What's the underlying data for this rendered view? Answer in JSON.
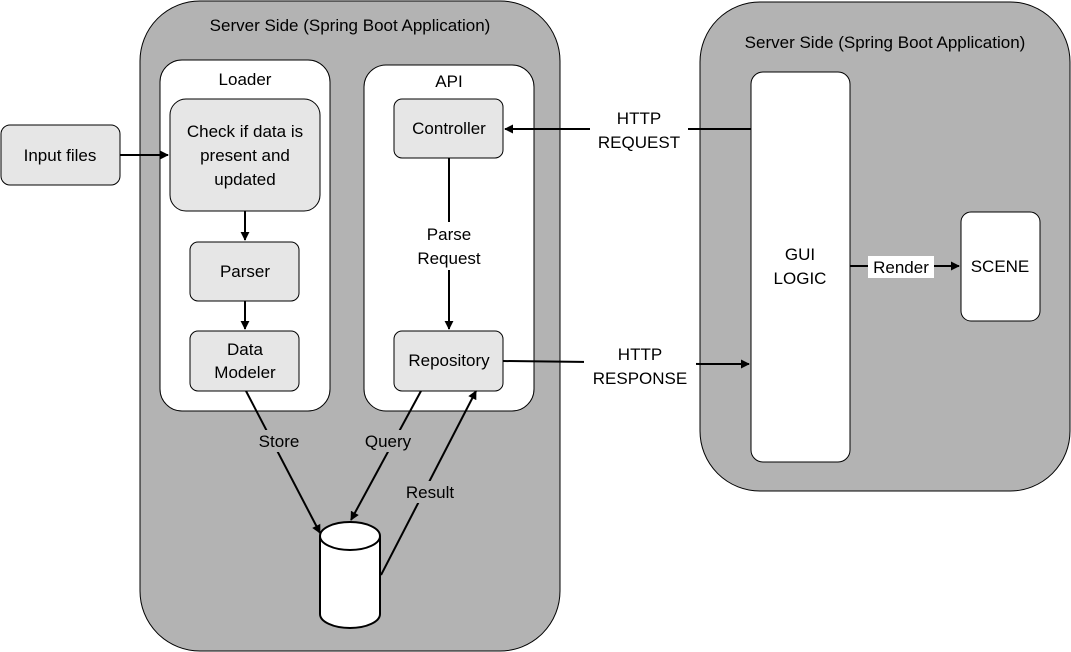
{
  "colors": {
    "container_fill": "#b3b3b3",
    "panel_fill": "#ffffff",
    "box_fill": "#e6e6e6",
    "stroke": "#000000"
  },
  "containers": {
    "left_title": "Server Side (Spring Boot Application)",
    "right_title": "Server Side (Spring Boot Application)"
  },
  "panels": {
    "loader_title": "Loader",
    "api_title": "API"
  },
  "nodes": {
    "input_files": "Input files",
    "check_data": [
      "Check if data is",
      "present and",
      "updated"
    ],
    "parser": "Parser",
    "data_modeler": [
      "Data",
      "Modeler"
    ],
    "controller": "Controller",
    "repository": "Repository",
    "gui_logic": [
      "GUI",
      "LOGIC"
    ],
    "scene": "SCENE",
    "database_icon": "database-cylinder-icon"
  },
  "edges": {
    "http_request": [
      "HTTP",
      "REQUEST"
    ],
    "http_response": [
      "HTTP",
      "RESPONSE"
    ],
    "parse_request": [
      "Parse",
      "Request"
    ],
    "store": "Store",
    "query": "Query",
    "result": "Result",
    "render": "Render"
  }
}
